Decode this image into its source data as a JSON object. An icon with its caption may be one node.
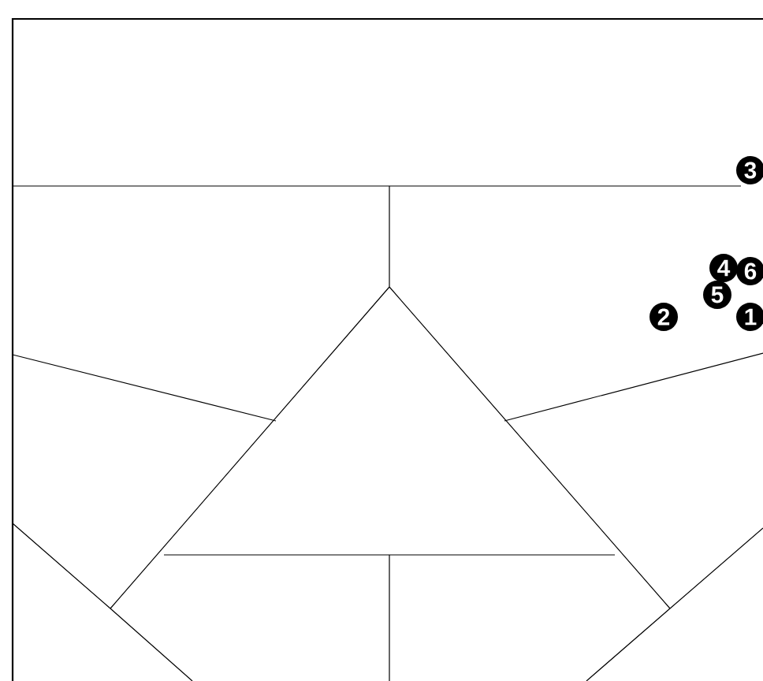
{
  "diagram": {
    "labels": [
      "3",
      "4",
      "6",
      "5",
      "2",
      "1"
    ]
  }
}
